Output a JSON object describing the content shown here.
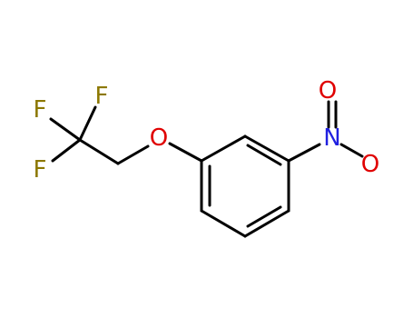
{
  "molecule": {
    "atoms": {
      "f_top": "F",
      "f_upper": "F",
      "f_lower": "F",
      "o_ether": "O",
      "n_nitro": "N",
      "o_nitro_top": "O",
      "o_nitro_right": "O"
    }
  },
  "colors": {
    "bond": "#000000",
    "fluorine": "#8c7800",
    "oxygen": "#e00000",
    "nitrogen": "#2020e0"
  }
}
